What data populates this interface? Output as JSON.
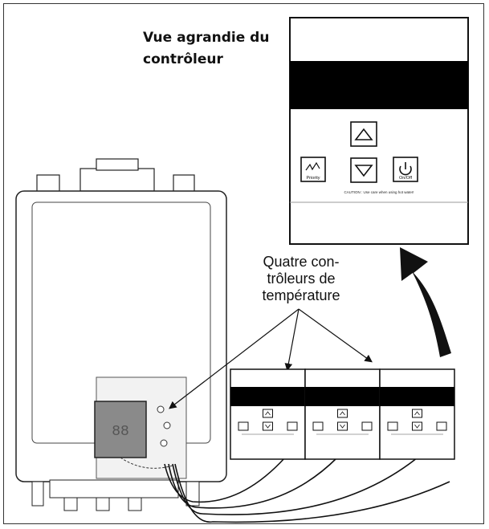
{
  "title": {
    "line1": "Vue agrandie du",
    "line2": "contrôleur"
  },
  "callout": {
    "line1": "Quatre con-",
    "line2": "trôleurs de",
    "line3": "température"
  },
  "controller": {
    "priority_label": "Priority",
    "power_label": "On/Off",
    "caution_text": "CAUTION : Use care when using hot water!"
  },
  "small_controllers": 3
}
